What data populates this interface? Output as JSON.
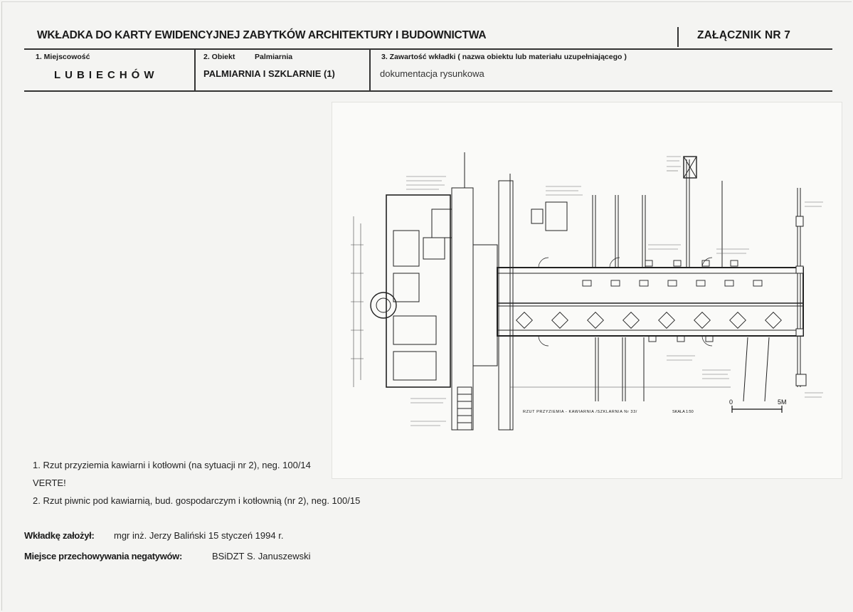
{
  "header": {
    "title": "WKŁADKA DO KARTY EWIDENCYJNEJ ZABYTKÓW ARCHITEKTURY I BUDOWNICTWA",
    "attachment": "ZAŁĄCZNIK NR 7"
  },
  "fields": {
    "locality_label": "1. Miejscowość",
    "locality_value": "LUBIECHÓW",
    "object_label": "2. Obiekt",
    "object_name": "Palmiarnia",
    "object_value": "PALMIARNIA I SZKLARNIE (1)",
    "content_label": "3. Zawartość wkładki ( nazwa obiektu lub materiału uzupełniającego )",
    "content_value": "dokumentacja rysunkowa"
  },
  "drawing": {
    "title": "RZUT PRZYZIEMIA - KAWIARNIA /SZKLARNIA Nr 33/",
    "scale": "SKALA 1:50",
    "scale_start": "0",
    "scale_end": "5M"
  },
  "captions": [
    "1. Rzut przyziemia kawiarni i kotłowni (na sytuacji nr 2), neg. 100/14",
    "VERTE!",
    "2. Rzut piwnic pod kawiarnią, bud. gospodarczym i kotłownią (nr 2), neg. 100/15"
  ],
  "footer": {
    "author_label": "Wkładkę założył:",
    "author_value": "mgr inż. Jerzy Baliński 15 styczeń 1994 r.",
    "storage_label": "Miejsce przechowywania negatywów:",
    "storage_value": "BSiDZT S. Januszewski"
  },
  "colors": {
    "ink": "#1a1a1a",
    "paper": "#f4f4f2"
  }
}
